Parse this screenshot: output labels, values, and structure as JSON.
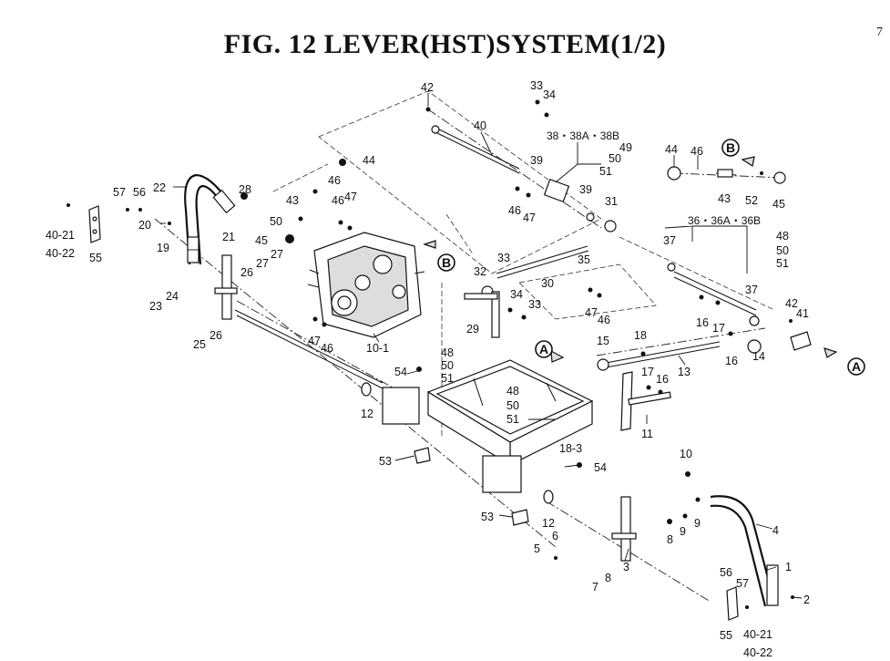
{
  "title": "FIG. 12  LEVER(HST)SYSTEM(1/2)",
  "corner_mark": "7",
  "callouts": {
    "A_upper": "A",
    "A_right": "A",
    "B_upper": "B",
    "B_mid": "B"
  },
  "labels": {
    "l1": "1",
    "l2": "2",
    "l3": "3",
    "l4": "4",
    "l5": "5",
    "l6": "6",
    "l7": "7",
    "l8a": "8",
    "l8b": "8",
    "l9a": "9",
    "l9b": "9",
    "l10": "10",
    "l10_1": "10-1",
    "l11": "11",
    "l12a": "12",
    "l12b": "12",
    "l13": "13",
    "l14": "14",
    "l15": "15",
    "l16a": "16",
    "l16b": "16",
    "l16c": "16",
    "l17a": "17",
    "l17b": "17",
    "l18": "18",
    "l18_3": "18-3",
    "l19": "19",
    "l20": "20",
    "l21": "21",
    "l22": "22",
    "l23": "23",
    "l24": "24",
    "l25": "25",
    "l26a": "26",
    "l26b": "26",
    "l27a": "27",
    "l27b": "27",
    "l28": "28",
    "l29": "29",
    "l30": "30",
    "l31": "31",
    "l32": "32",
    "l33a": "33",
    "l33b": "33",
    "l33c": "33",
    "l34a": "34",
    "l34b": "34",
    "l35": "35",
    "l36grp": "36・36A・36B",
    "l37a": "37",
    "l37b": "37",
    "l38grp": "38・38A・38B",
    "l39a": "39",
    "l39b": "39",
    "l40": "40",
    "l40_21a": "40-21",
    "l40_22a": "40-22",
    "l40_21b": "40-21",
    "l40_22b": "40-22",
    "l41": "41",
    "l42a": "42",
    "l42b": "42",
    "l43a": "43",
    "l43b": "43",
    "l44a": "44",
    "l44b": "44",
    "l45a": "45",
    "l45b": "45",
    "l46a": "46",
    "l46b": "46",
    "l46c": "46",
    "l46d": "46",
    "l46e": "46",
    "l46f": "46",
    "l47a": "47",
    "l47b": "47",
    "l47c": "47",
    "l47d": "47",
    "l48a": "48",
    "l48b": "48",
    "l48c": "48",
    "l49": "49",
    "l50a": "50",
    "l50b": "50",
    "l50c": "50",
    "l50d": "50",
    "l50e": "50",
    "l51a": "51",
    "l51b": "51",
    "l51c": "51",
    "l51d": "51",
    "l52": "52",
    "l53a": "53",
    "l53b": "53",
    "l54a": "54",
    "l54b": "54",
    "l55a": "55",
    "l55b": "55",
    "l56a": "56",
    "l56b": "56",
    "l57a": "57",
    "l57b": "57"
  }
}
